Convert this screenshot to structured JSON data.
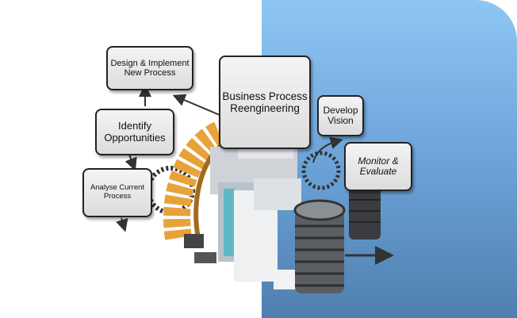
{
  "diagram": {
    "center": "Business Process Reengineering",
    "steps": [
      {
        "label": "Design & Implement New Process"
      },
      {
        "label": "Identify Opportunities"
      },
      {
        "label": "Analyse Current Process"
      },
      {
        "label": "Develop Vision"
      },
      {
        "label": "Monitor & Evaluate"
      }
    ]
  },
  "colors": {
    "panel": "#6fa7dd",
    "gear": "#e8a23a",
    "box": "#e6e6e6"
  }
}
